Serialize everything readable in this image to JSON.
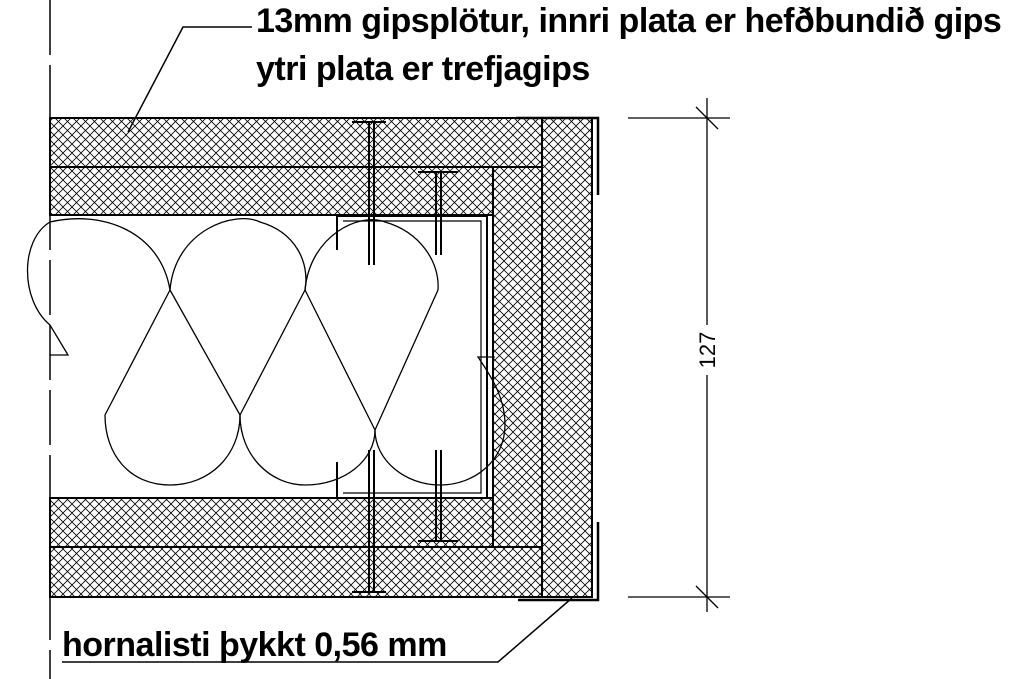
{
  "labels": {
    "top_line1": "13mm gipsplötur, innri plata er hefðbundið gips",
    "top_line2": "ytri plata er trefjagips",
    "bottom": "hornalisti  þykkt 0,56 mm"
  },
  "dimension": {
    "value": "127"
  },
  "colors": {
    "line": "#000000",
    "background": "#ffffff"
  }
}
